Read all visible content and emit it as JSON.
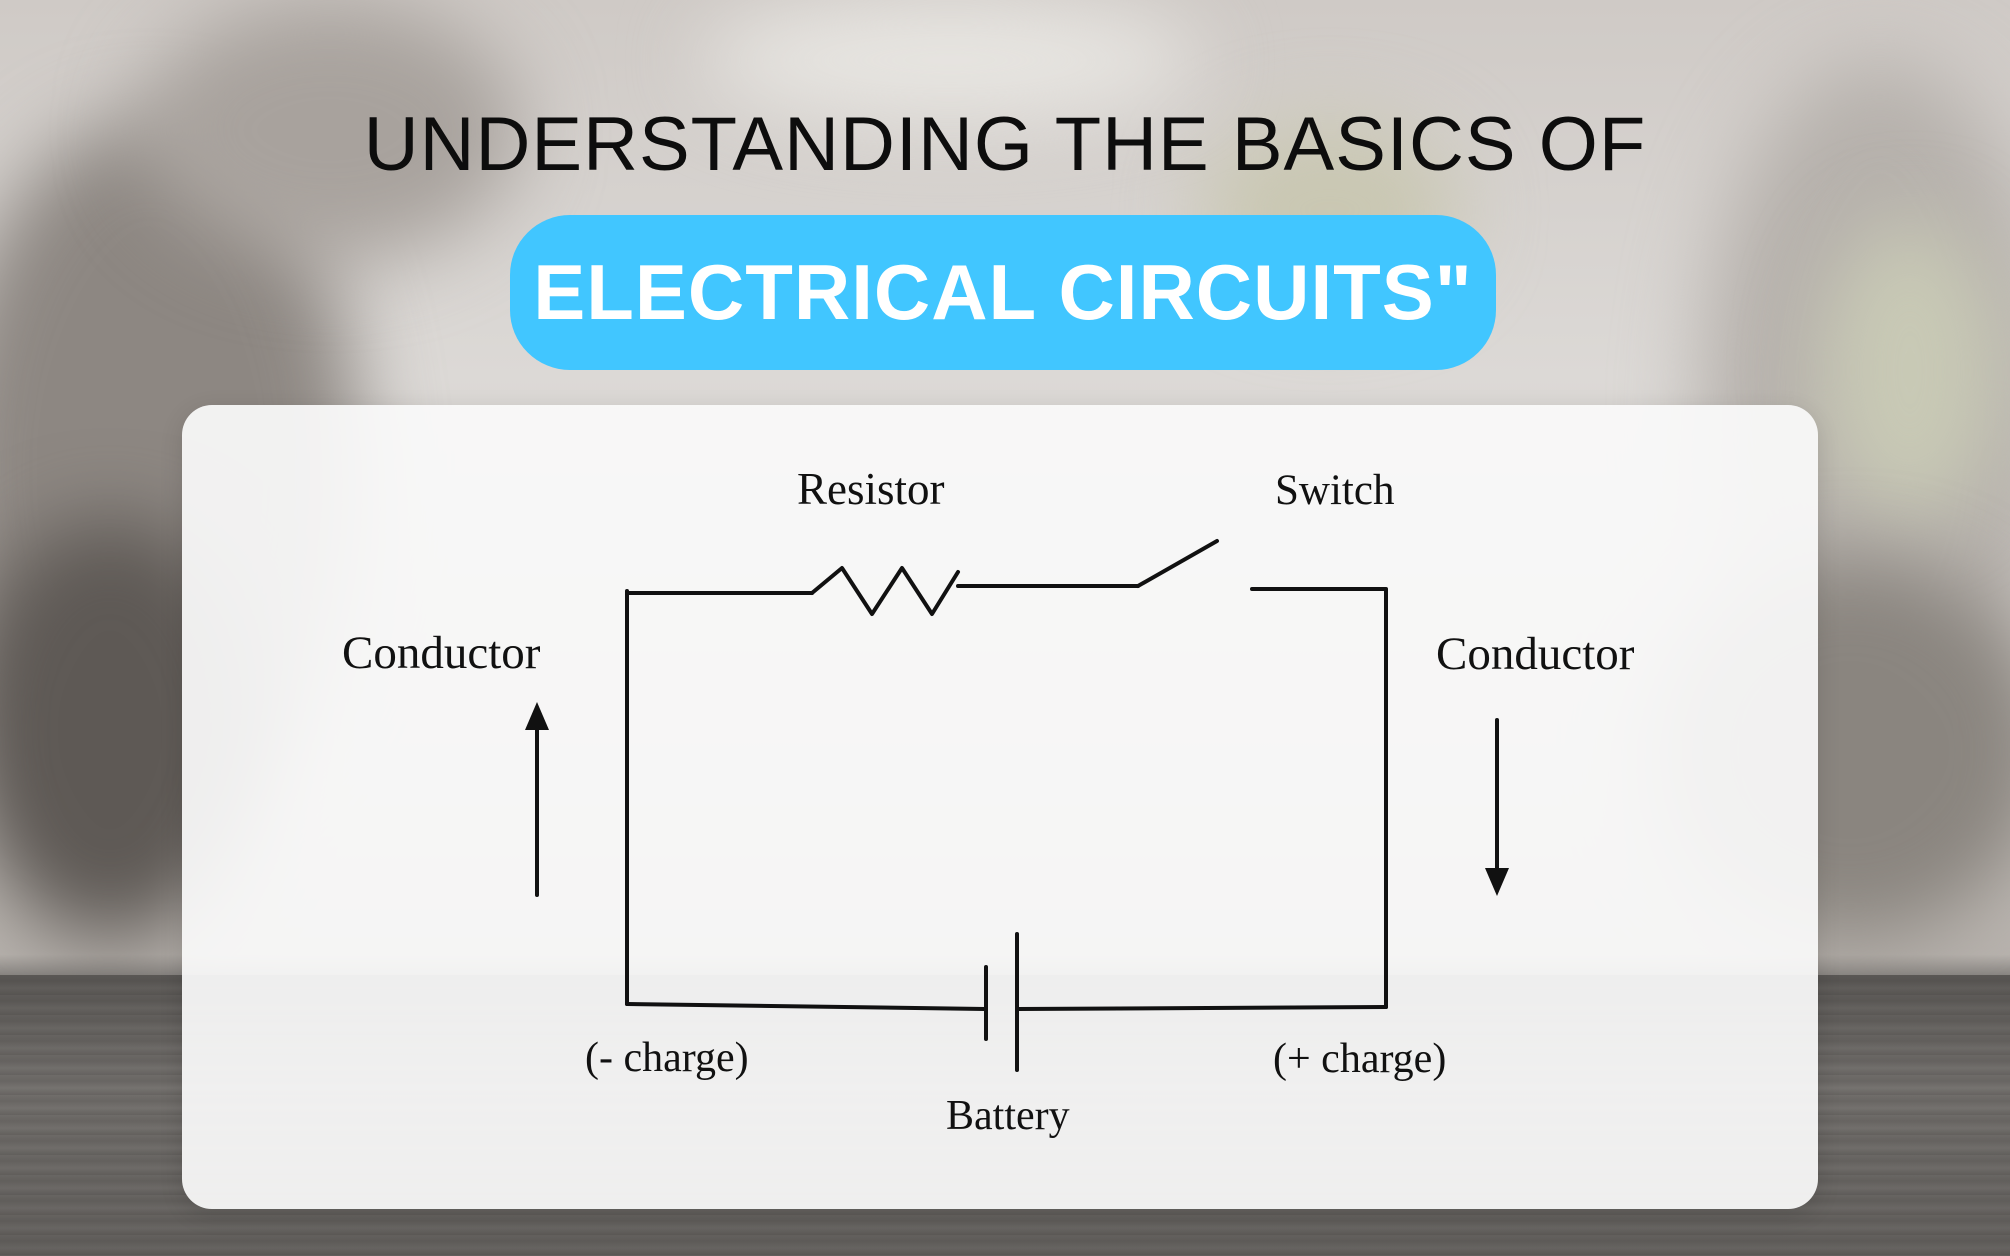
{
  "header": {
    "title_line1": "UNDERSTANDING THE BASICS OF",
    "title_line2": "ELECTRICAL CIRCUITS\""
  },
  "diagram": {
    "labels": {
      "resistor": "Resistor",
      "switch": "Switch",
      "conductor_left": "Conductor",
      "conductor_right": "Conductor",
      "negative_charge": "(- charge)",
      "positive_charge": "(+ charge)",
      "battery": "Battery"
    }
  },
  "colors": {
    "accent": "#41c6ff",
    "title_text": "#0d0d0d",
    "line": "#111111"
  }
}
